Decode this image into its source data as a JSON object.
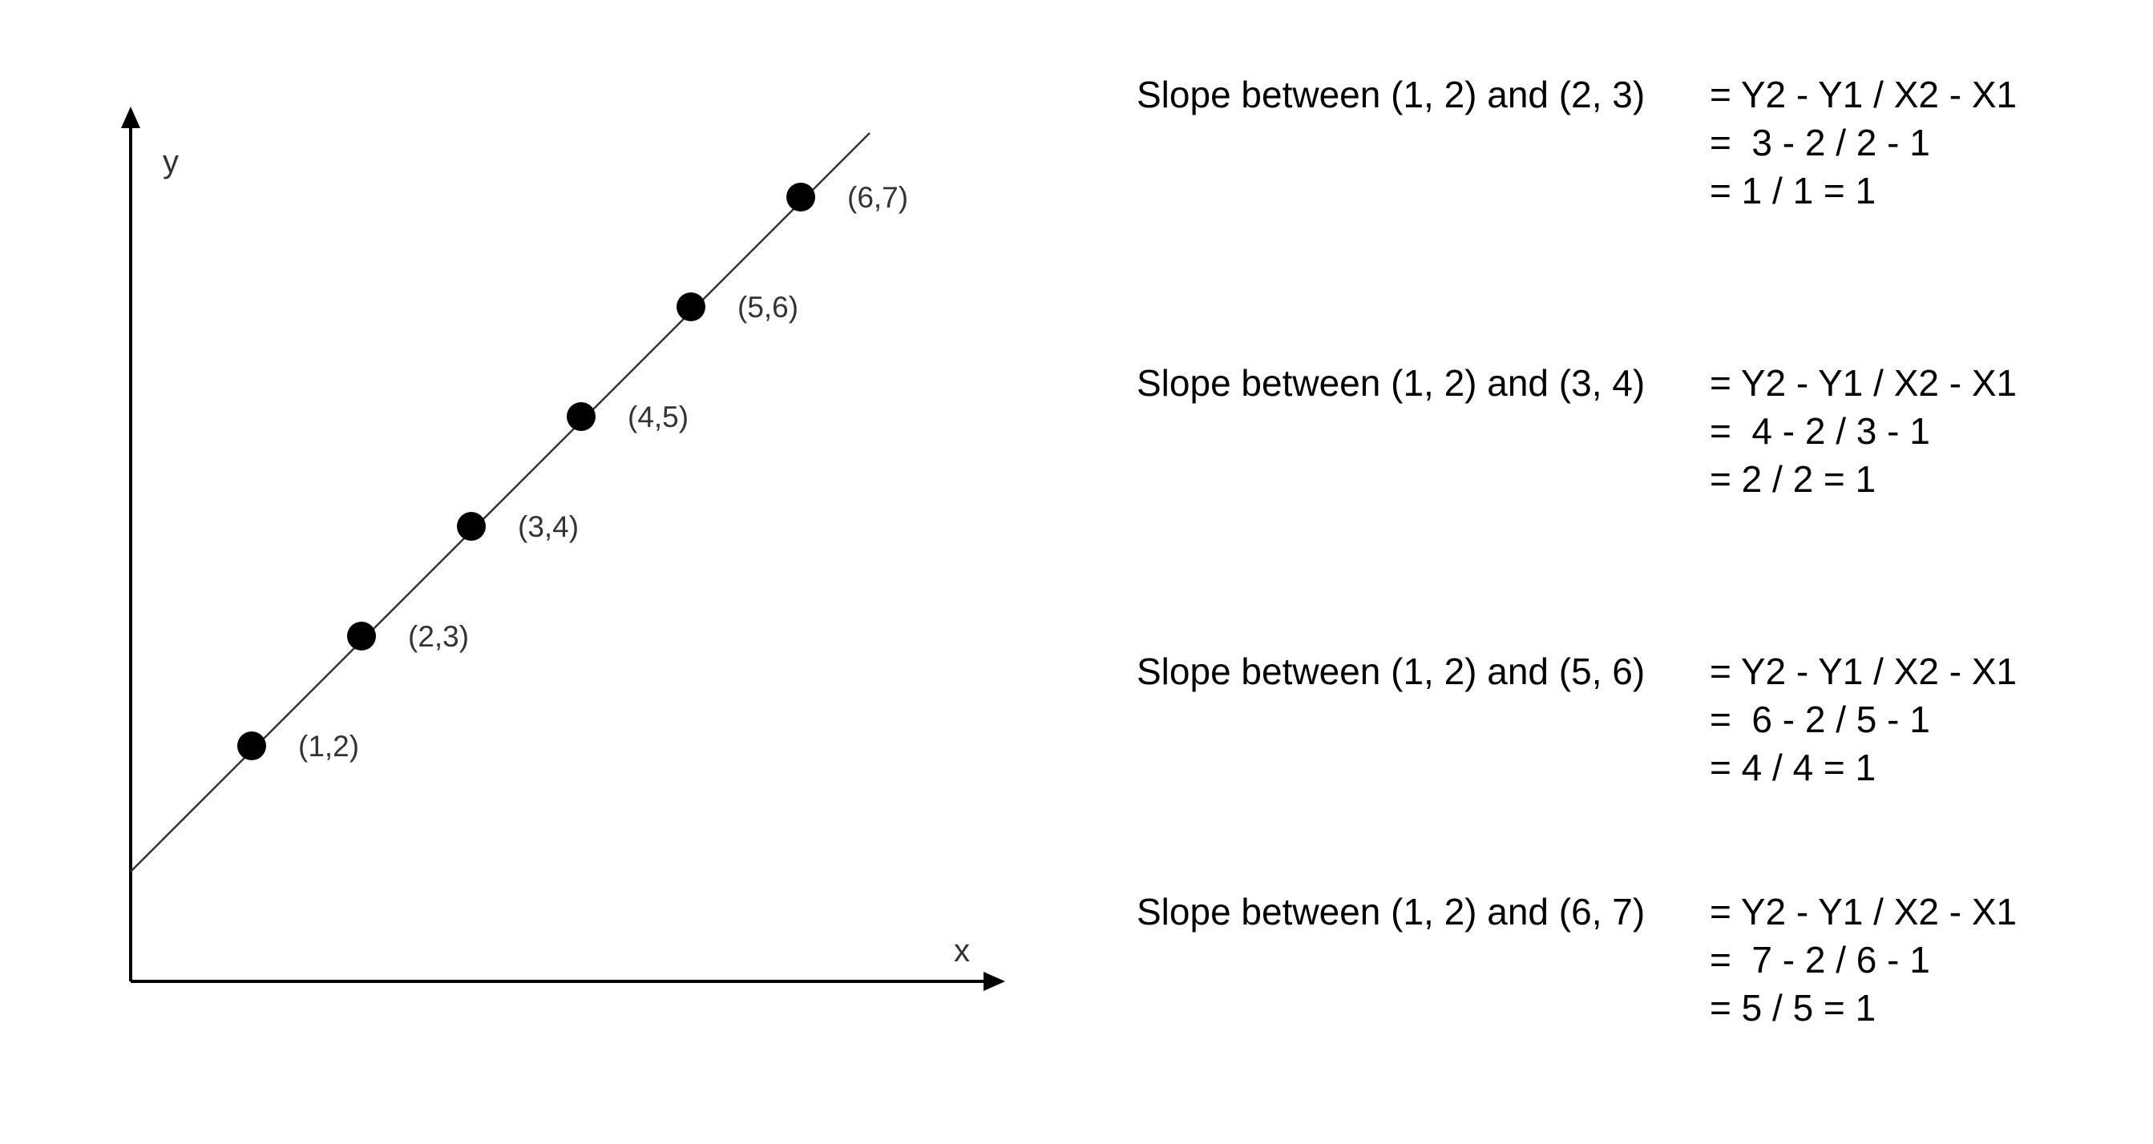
{
  "axes": {
    "x_label": "x",
    "y_label": "y"
  },
  "points": [
    {
      "x": 1,
      "y": 2,
      "label": "(1,2)"
    },
    {
      "x": 2,
      "y": 3,
      "label": "(2,3)"
    },
    {
      "x": 3,
      "y": 4,
      "label": "(3,4)"
    },
    {
      "x": 4,
      "y": 5,
      "label": "(4,5)"
    },
    {
      "x": 5,
      "y": 6,
      "label": "(5,6)"
    },
    {
      "x": 6,
      "y": 7,
      "label": "(6,7)"
    }
  ],
  "slopes": [
    {
      "prefix": "Slope between (1, 2) and (2, 3)",
      "line1": "= Y2 - Y1 / X2 - X1",
      "line2": "=  3 - 2 / 2 - 1",
      "line3": "= 1 / 1 = 1"
    },
    {
      "prefix": "Slope between (1, 2) and (3, 4)",
      "line1": "= Y2 - Y1 / X2 - X1",
      "line2": "=  4 - 2 / 3 - 1",
      "line3": "= 2 / 2 = 1"
    },
    {
      "prefix": "Slope between (1, 2) and (5, 6)",
      "line1": "= Y2 - Y1 / X2 - X1",
      "line2": "=  6 - 2 / 5 - 1",
      "line3": "= 4 / 4 = 1"
    },
    {
      "prefix": "Slope between (1, 2) and (6, 7)",
      "line1": "= Y2 - Y1 / X2 - X1",
      "line2": "=  7 - 2 / 6 - 1",
      "line3": "= 5 / 5 = 1"
    }
  ]
}
